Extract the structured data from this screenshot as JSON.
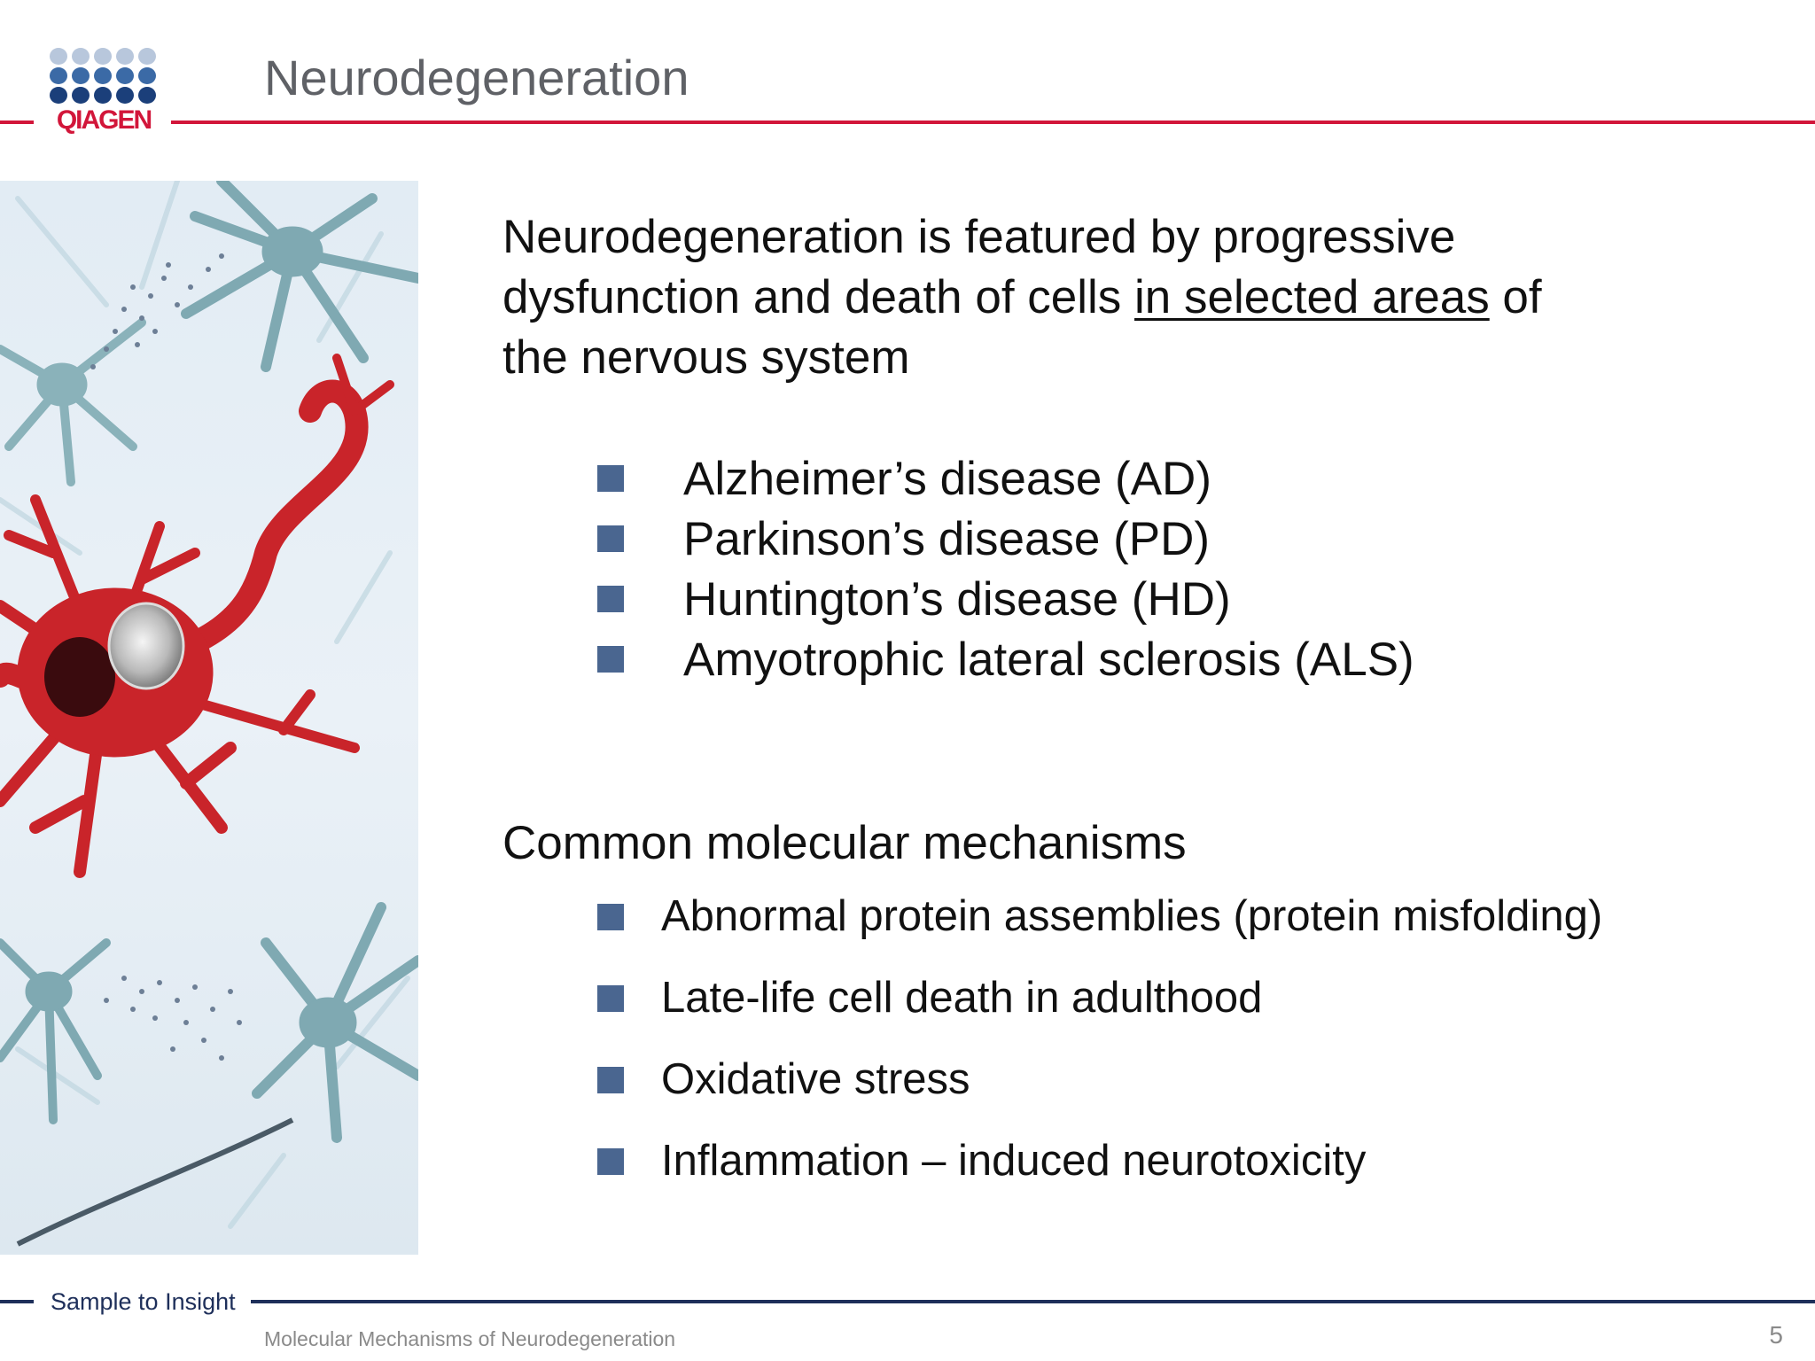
{
  "header": {
    "title": "Neurodegeneration",
    "logo_text": "QIAGEN",
    "logo_icon": "qiagen-dot-logo-icon"
  },
  "intro": {
    "before": "Neurodegeneration is featured by progressive",
    "line2_before": "dysfunction and death of cells ",
    "emphasis": "in selected areas",
    "line2_after": " of",
    "line3": "the nervous system"
  },
  "diseases": [
    "Alzheimer’s disease (AD)",
    "Parkinson’s disease (PD)",
    "Huntington’s disease (HD)",
    "Amyotrophic lateral sclerosis (ALS)"
  ],
  "mechanisms": {
    "heading": "Common molecular mechanisms",
    "items": [
      "Abnormal protein assemblies (protein misfolding)",
      "Late-life cell death in adulthood",
      "Oxidative stress",
      "Inflammation – induced neurotoxicity"
    ]
  },
  "footer": {
    "tagline": "Sample to Insight",
    "presentation_title": "Molecular Mechanisms of Neurodegeneration",
    "page_number": "5"
  },
  "colors": {
    "brand_red": "#d2163a",
    "brand_blue": "#1b3f7a",
    "navy": "#1e2f5a",
    "bullet": "#4a6690",
    "title_gray": "#5f6166"
  }
}
